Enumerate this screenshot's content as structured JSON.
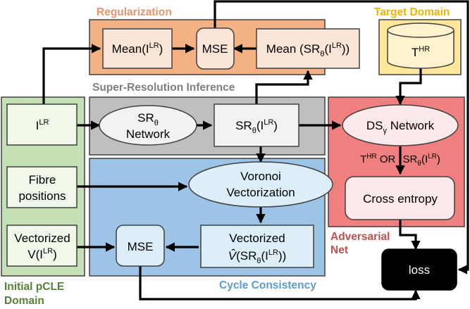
{
  "sections": {
    "regularization": "Regularization",
    "target_domain": "Target Domain",
    "super_resolution": "Super-Resolution Inference",
    "initial_pcle_line1": "Initial pCLE",
    "initial_pcle_line2": "Domain",
    "cycle_consistency": "Cycle Consistency",
    "adversarial_line1": "Adversarial",
    "adversarial_line2": "Net"
  },
  "nodes": {
    "mean_lr": {
      "base": "Mean(I",
      "sup": "LR",
      "tail": ")"
    },
    "mse_top": "MSE",
    "mean_sr": {
      "base": "Mean (SR",
      "sub": "θ",
      "mid": "(I",
      "sup": "LR",
      "tail": "))"
    },
    "target_db": {
      "base": "T",
      "sup": "HR"
    },
    "input_lr": {
      "base": "I",
      "sup": "LR"
    },
    "sr_network": {
      "base": "SR",
      "sub": "θ",
      "line2": "Network"
    },
    "sr_output": {
      "base": "SR",
      "sub": "θ",
      "mid": "(I",
      "sup": "LR",
      "tail": ")"
    },
    "ds_network": {
      "base": "DS",
      "sub": "γ",
      "tail": " Network"
    },
    "fibre_line1": "Fibre",
    "fibre_line2": "positions",
    "voronoi_line1": "Voronoi",
    "voronoi_line2": "Vectorization",
    "or_label": {
      "t": "T",
      "tsup": "HR",
      "or": " OR ",
      "sr": "SR",
      "srsub": "θ",
      "mid": "(I",
      "sup": "LR",
      "tail": ")"
    },
    "cross_entropy": "Cross entropy",
    "vectorized_left": {
      "line1": "Vectorized",
      "base": "V(I",
      "sup": "LR",
      "tail": ")"
    },
    "mse_bottom": "MSE",
    "vectorized_right": {
      "line1": "Vectorized",
      "hat": "V̂",
      "mid": "(SR",
      "sub": "θ",
      "mid2": "(I",
      "sup": "LR",
      "tail": "))"
    },
    "loss": "loss"
  },
  "colors": {
    "regularization": "#f4b183",
    "target_domain": "#ffe699",
    "super_resolution": "#bfbfbf",
    "initial_pcle": "#c5e0b4",
    "cycle_consistency": "#9dc3e6",
    "adversarial": "#f08080",
    "regularization_text": "#e8956a",
    "target_text": "#f2b300",
    "sr_text": "#7f7f7f",
    "initial_text": "#548235",
    "cycle_text": "#5b9bd5",
    "adversarial_text": "#c0504d"
  }
}
